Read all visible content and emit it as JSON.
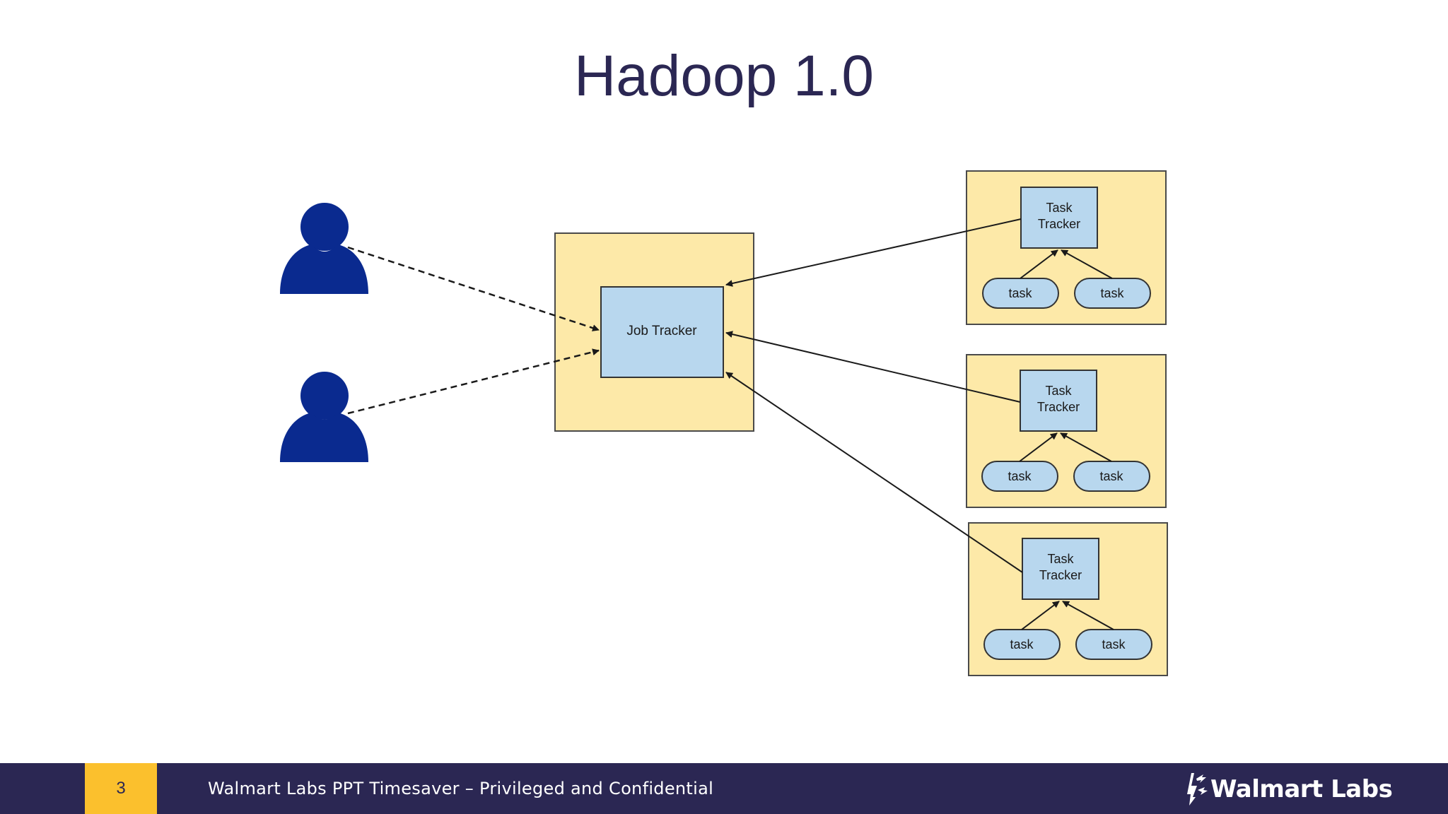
{
  "slide": {
    "title": "Hadoop 1.0"
  },
  "diagram": {
    "job_tracker": {
      "label": "Job Tracker"
    },
    "clients": [
      "user-icon",
      "user-icon"
    ],
    "task_tracker_nodes": [
      {
        "tracker_line1": "Task",
        "tracker_line2": "Tracker",
        "tasks": [
          "task",
          "task"
        ]
      },
      {
        "tracker_line1": "Task",
        "tracker_line2": "Tracker",
        "tasks": [
          "task",
          "task"
        ]
      },
      {
        "tracker_line1": "Task",
        "tracker_line2": "Tracker",
        "tasks": [
          "task",
          "task"
        ]
      }
    ],
    "colors": {
      "node_fill": "#fde9a8",
      "tracker_fill": "#b8d7ee",
      "task_fill": "#b8d7ee",
      "user_fill": "#0a2a8f",
      "outline": "#4a4a4a"
    }
  },
  "footer": {
    "page_number": "3",
    "text": "Walmart Labs PPT Timesaver – Privileged and Confidential",
    "logo_text": "Walmart Labs",
    "logo_icon": "walmart-spark-icon",
    "background": "#2b2753",
    "accent": "#fbc02d"
  }
}
